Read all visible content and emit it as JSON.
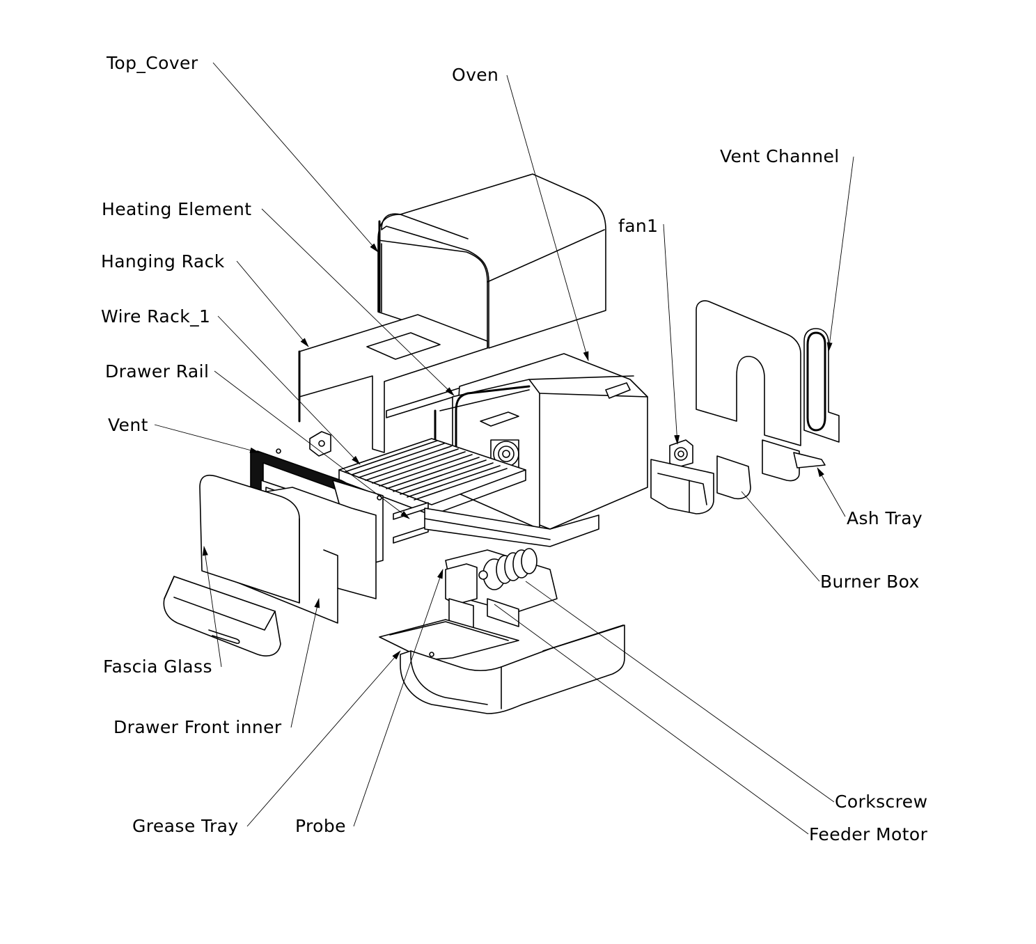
{
  "labels": {
    "top_cover": "Top_Cover",
    "oven": "Oven",
    "vent_channel": "Vent Channel",
    "heating_element": "Heating Element",
    "fan1": "fan1",
    "hanging_rack": "Hanging Rack",
    "wire_rack_1": "Wire Rack_1",
    "drawer_rail": "Drawer Rail",
    "vent": "Vent",
    "ash_tray": "Ash Tray",
    "burner_box": "Burner Box",
    "fascia_glass": "Fascia Glass",
    "drawer_front_inner": "Drawer Front inner",
    "corkscrew": "Corkscrew",
    "grease_tray": "Grease Tray",
    "probe": "Probe",
    "feeder_motor": "Feeder Motor"
  }
}
